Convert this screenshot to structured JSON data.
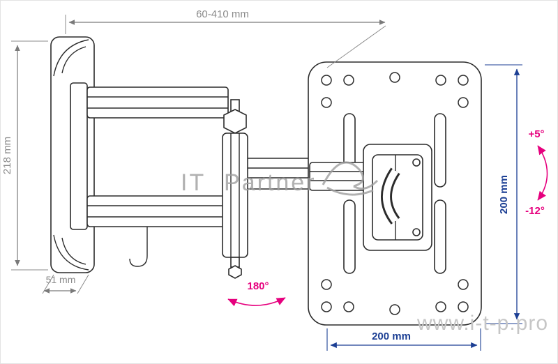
{
  "title": "Articulating TV wall mount technical drawing",
  "dimensions": {
    "extension_range": "60-410 mm",
    "wall_plate_height": "218 mm",
    "wall_plate_depth": "51 mm",
    "vesa_height": "200 mm",
    "vesa_width": "200 mm"
  },
  "angles": {
    "tilt_up": "+5°",
    "tilt_down": "-12°",
    "swivel": "180°"
  },
  "watermark": {
    "brand": "IT Partner",
    "website": "www.i-t-p.pro"
  },
  "colors": {
    "drawing_line": "#2b2b2b",
    "dimension_grey": "#8b8b8b",
    "dimension_blue": "#1c3f94",
    "angle_pink": "#e6007e",
    "watermark_grey": "#9e9e9e"
  }
}
